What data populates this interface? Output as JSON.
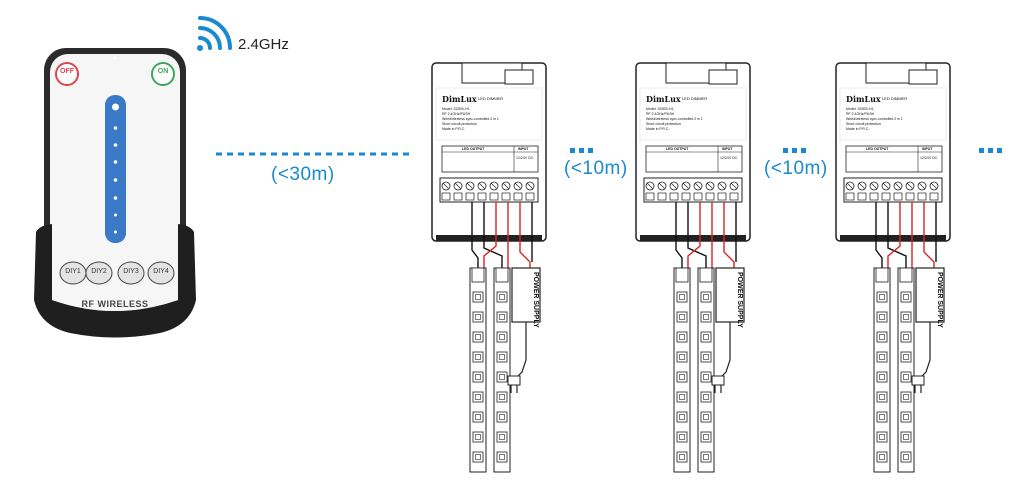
{
  "wireless": {
    "frequency": "2.4GHz",
    "icon": "wifi-signal-icon",
    "color": "#1a8ad0"
  },
  "remote": {
    "off_label": "OFF",
    "on_label": "ON",
    "diy_buttons": [
      "DIY1",
      "DIY2",
      "DIY3",
      "DIY4"
    ],
    "brand_text": "RF WIRELESS",
    "off_color": "#e0444c",
    "on_color": "#3fa55c",
    "slider_color": "#3a78c8"
  },
  "distances": {
    "remote_to_first": "(<30m)",
    "between_dimmers": [
      "(<10m)",
      "(<10m)"
    ],
    "ellipsis": "..."
  },
  "dimmer": {
    "brand": "DimLux",
    "product": "LED DIMMER",
    "model": "Model: SZ800-H1",
    "spec_lines": [
      "RF 2.4GHz/PUSH",
      "Wired/wireless sync-controlled 2 in 1",
      "Short circuit protection",
      "Made in P.R.C."
    ],
    "output_header": "LED OUTPUT",
    "input_header": "INPUT",
    "input_value": "12/24V DC",
    "power_supply_label": "POWER SUPPLY"
  },
  "dimmer_count": 3
}
